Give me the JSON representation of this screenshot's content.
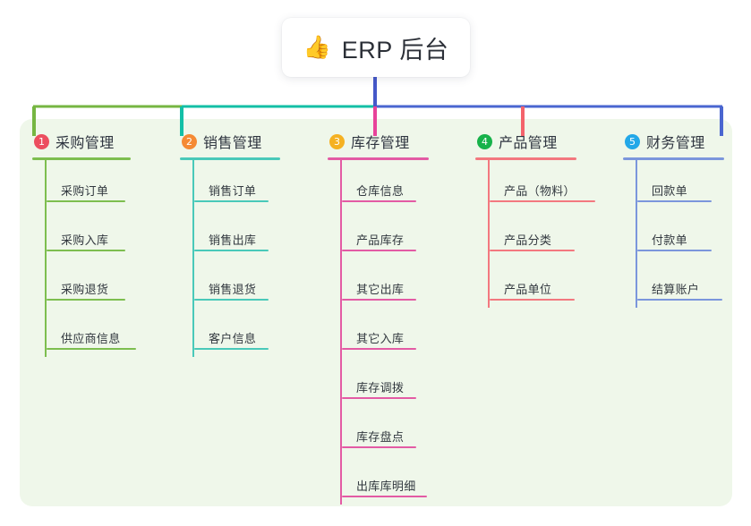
{
  "root": {
    "icon": "thumbs-up-icon",
    "emoji": "👍",
    "title": "ERP 后台"
  },
  "colors": {
    "panel_bg": "#eff7ea",
    "page_bg": "#ffffff",
    "root_line": "#4558c9",
    "branch_green": "#76b642",
    "branch_teal": "#13bfa6",
    "branch_pink": "#e8429a",
    "branch_red": "#f4636b",
    "branch_blue": "#4a66d0",
    "text": "#32383f"
  },
  "columns": [
    {
      "index": "1",
      "title": "采购管理",
      "badge_color": "#ec4e5f",
      "line_color": "#7dbe4f",
      "items": [
        "采购订单",
        "采购入库",
        "采购退货",
        "供应商信息"
      ]
    },
    {
      "index": "2",
      "title": "销售管理",
      "badge_color": "#f58a34",
      "line_color": "#49c9b9",
      "items": [
        "销售订单",
        "销售出库",
        "销售退货",
        "客户信息"
      ]
    },
    {
      "index": "3",
      "title": "库存管理",
      "badge_color": "#f5b122",
      "line_color": "#e35ba4",
      "items": [
        "仓库信息",
        "产品库存",
        "其它出库",
        "其它入库",
        "库存调拨",
        "库存盘点",
        "出库库明细"
      ]
    },
    {
      "index": "4",
      "title": "产品管理",
      "badge_color": "#17b24a",
      "line_color": "#f3787f",
      "items": [
        "产品（物料）",
        "产品分类",
        "产品单位"
      ]
    },
    {
      "index": "5",
      "title": "财务管理",
      "badge_color": "#23a8e8",
      "line_color": "#7b96dc",
      "items": [
        "回款单",
        "付款单",
        "结算账户"
      ]
    }
  ]
}
